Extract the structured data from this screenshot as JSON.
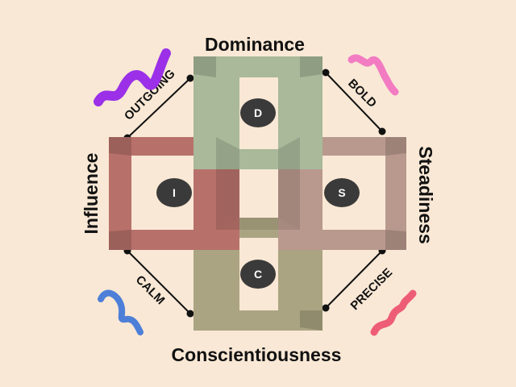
{
  "quadrants": {
    "top": {
      "label": "Dominance",
      "letter": "D",
      "color": "#a9b99a"
    },
    "left": {
      "label": "Influence",
      "letter": "I",
      "color": "#b8716a"
    },
    "right": {
      "label": "Steadiness",
      "letter": "S",
      "color": "#b9998e"
    },
    "bottom": {
      "label": "Conscientiousness",
      "letter": "C",
      "color": "#aba482"
    }
  },
  "traits": {
    "top_left": "OUTGOING",
    "top_right": "BOLD",
    "bottom_left": "CALM",
    "bottom_right": "PRECISE"
  },
  "squiggle_colors": {
    "purple": "#9b30e8",
    "pink": "#f27bc2",
    "blue": "#4d7fd8",
    "red": "#ee5d76"
  },
  "background_color": "#f9e8d5",
  "badge_color": "#3a3a3a"
}
